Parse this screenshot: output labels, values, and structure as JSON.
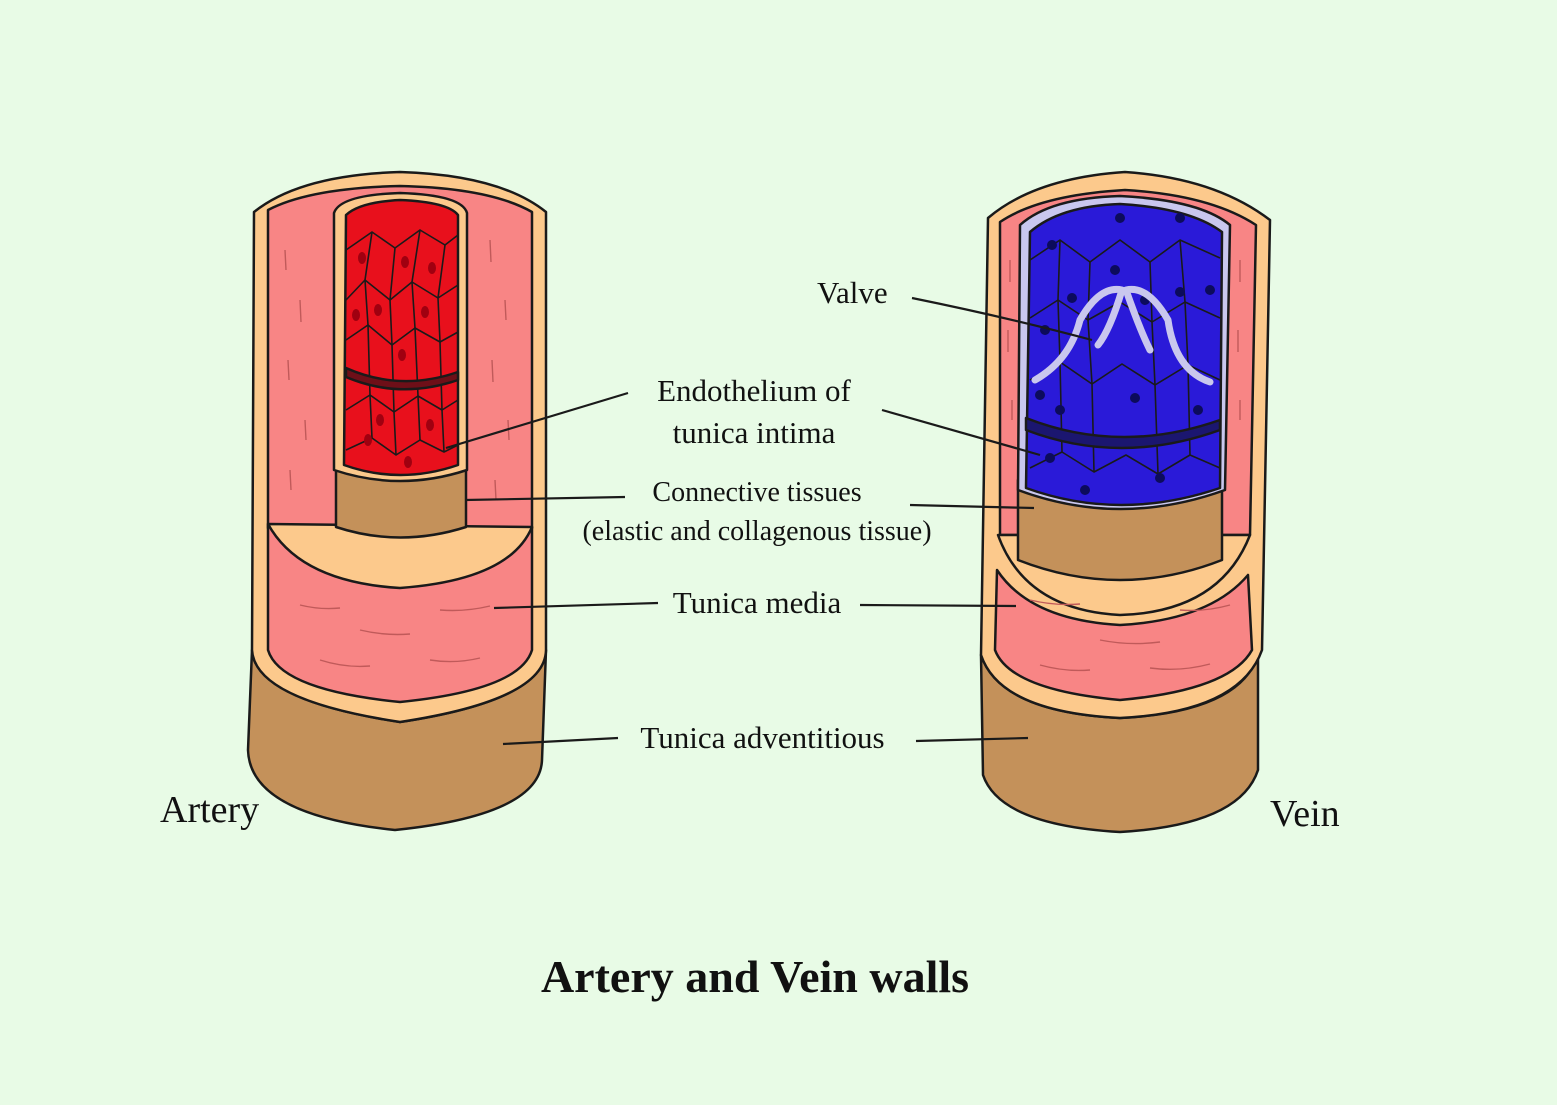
{
  "title": "Artery and Vein walls",
  "vessels": {
    "artery": "Artery",
    "vein": "Vein"
  },
  "labels": {
    "valve": "Valve",
    "endothelium_line1": "Endothelium of",
    "endothelium_line2": "tunica intima",
    "connective_line1": "Connective tissues",
    "connective_line2": "(elastic and collagenous tissue)",
    "media": "Tunica media",
    "adventitious": "Tunica adventitious"
  },
  "colors": {
    "background": "#e8fbe6",
    "adventitia": "#c4915a",
    "media": "#f88585",
    "elastic": "#fcc98c",
    "artery_lumen": "#e8101c",
    "vein_lumen": "#2a1ad8",
    "valve": "#c9c7ee",
    "outline": "#1a1a1a"
  }
}
